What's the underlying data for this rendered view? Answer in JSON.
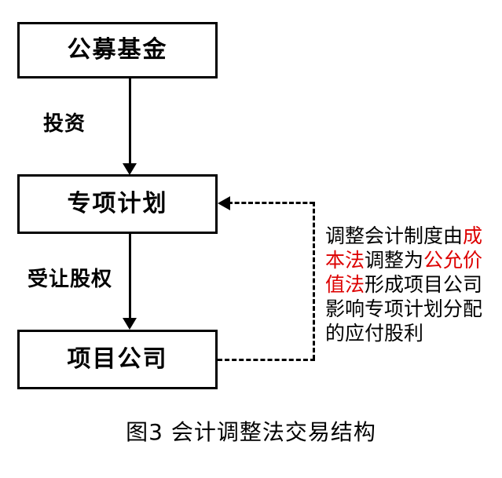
{
  "figure": {
    "caption": "图3 会计调整法交易结构",
    "colors": {
      "stroke": "#000000",
      "background": "#ffffff",
      "highlight": "#dd0000"
    }
  },
  "nodes": [
    {
      "id": "fund",
      "label": "公募基金"
    },
    {
      "id": "plan",
      "label": "专项计划"
    },
    {
      "id": "projco",
      "label": "项目公司"
    }
  ],
  "edges": [
    {
      "id": "invest",
      "from": "fund",
      "to": "plan",
      "label": "投资",
      "style": "solid"
    },
    {
      "id": "equity",
      "from": "plan",
      "to": "projco",
      "label": "受让股权",
      "style": "solid"
    },
    {
      "id": "feedback",
      "from": "projco",
      "to": "plan",
      "label": "",
      "style": "dashed"
    }
  ],
  "annotation": {
    "segments": [
      {
        "text": "调整会计制度由",
        "highlight": false
      },
      {
        "text": "成本法",
        "highlight": true
      },
      {
        "text": "调整为",
        "highlight": false
      },
      {
        "text": "公允价值法",
        "highlight": true
      },
      {
        "text": "形成项目公司影响专项计划分配的应付股利",
        "highlight": false
      }
    ],
    "plain_text": "调整会计制度由成本法调整为公允价值法形成项目公司影响专项计划分配的应付股利"
  }
}
